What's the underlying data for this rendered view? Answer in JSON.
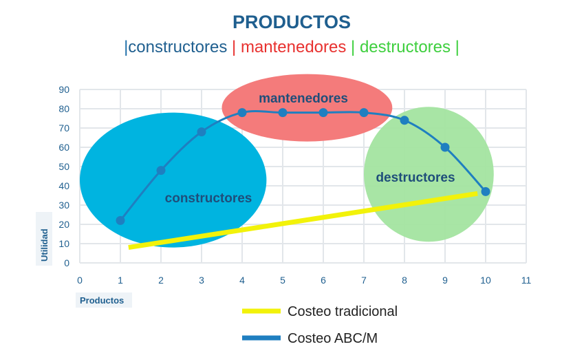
{
  "chart_data": {
    "type": "line",
    "title": "PRODUCTOS",
    "subtitle": {
      "parts": [
        {
          "text": "|",
          "color": "#1f6fa8"
        },
        {
          "text": "constructores",
          "color": "#1f5f8f"
        },
        {
          "text": " | ",
          "color": "#e8312f"
        },
        {
          "text": "mantenedores",
          "color": "#e8312f"
        },
        {
          "text": " | ",
          "color": "#3ecf3e"
        },
        {
          "text": "destructores",
          "color": "#3ecf3e"
        },
        {
          "text": " |",
          "color": "#3ecf3e"
        }
      ]
    },
    "xlabel": "Productos",
    "ylabel": "Utilidad",
    "xlim": [
      0,
      11
    ],
    "ylim": [
      0,
      90
    ],
    "xticks": [
      "0",
      "1",
      "2",
      "3",
      "4",
      "5",
      "6",
      "7",
      "8",
      "9",
      "10",
      "11"
    ],
    "yticks": [
      "0",
      "10",
      "20",
      "30",
      "40",
      "50",
      "60",
      "70",
      "80",
      "90"
    ],
    "grid": true,
    "series": [
      {
        "name": "Costeo ABC/M",
        "color": "#1f7fc0",
        "x": [
          1,
          2,
          3,
          4,
          5,
          6,
          7,
          8,
          9,
          10
        ],
        "values": [
          22,
          48,
          68,
          78,
          78,
          78,
          78,
          74,
          60,
          37
        ],
        "smooth": true,
        "markers": true
      },
      {
        "name": "Costeo tradicional",
        "color": "#f2f20a",
        "x": [
          1.2,
          9.8
        ],
        "values": [
          8,
          36
        ]
      }
    ],
    "regions": [
      {
        "label": "constructores",
        "color": "#00b4e0",
        "cx": 2.3,
        "cy": 43,
        "rx": 2.3,
        "ry": 35
      },
      {
        "label": "mantenedores",
        "color": "#f47b7b",
        "cx": 5.6,
        "cy": 80.5,
        "rx": 2.1,
        "ry": 17.5
      },
      {
        "label": "destructores",
        "color": "#a3e4a0",
        "cx": 8.6,
        "cy": 46,
        "rx": 1.6,
        "ry": 35
      }
    ],
    "legend": {
      "placement": "bottom-center"
    }
  }
}
